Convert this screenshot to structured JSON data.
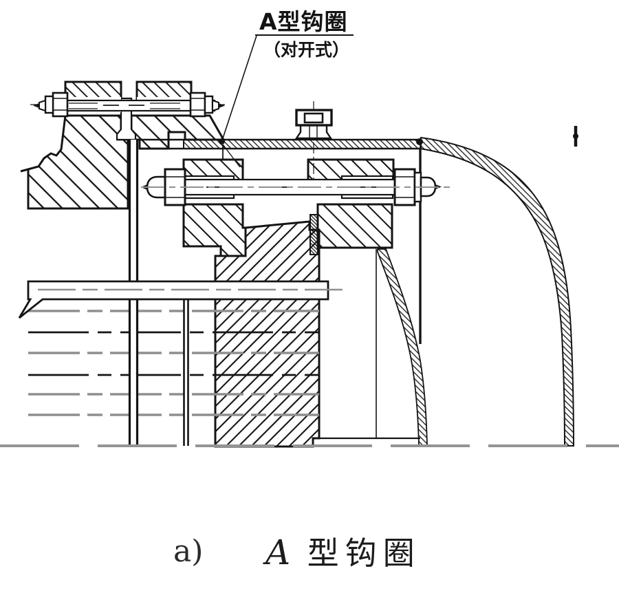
{
  "figure": {
    "background": "#ffffff",
    "ink_color": "#141414",
    "muted_line_color": "#8f8f8f",
    "callout": {
      "title": "A型钩圈",
      "subtitle": "（对开式）"
    },
    "caption": {
      "index": "a)",
      "type_letter": "A",
      "suffix": "型钩圈"
    }
  }
}
